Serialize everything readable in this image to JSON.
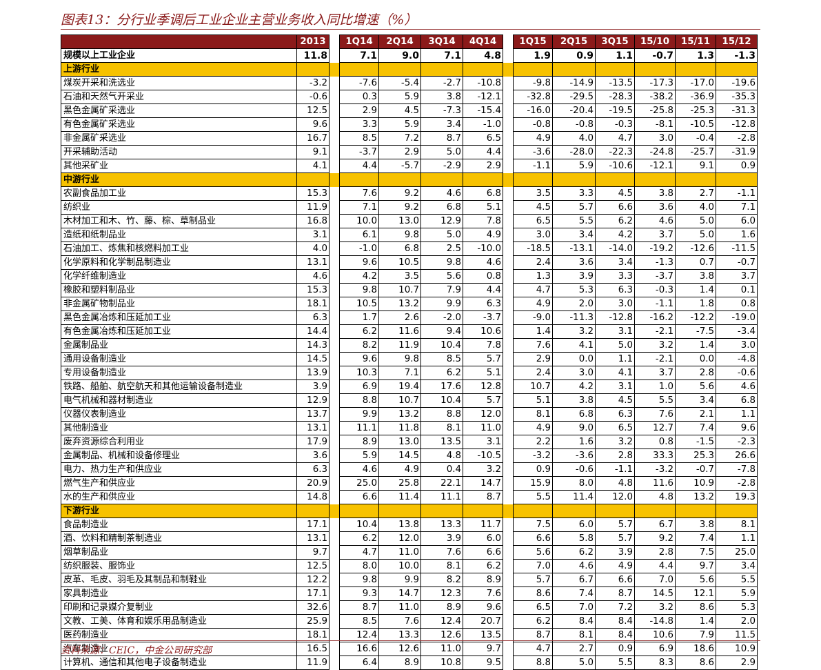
{
  "title": "图表13：分行业季调后工业企业主营业务收入同比增速（%）",
  "source": "资料来源：CEIC，中金公司研究部",
  "columns": [
    "2013",
    "1Q14",
    "2Q14",
    "3Q14",
    "4Q14",
    "1Q15",
    "2Q15",
    "3Q15",
    "15/10",
    "15/11",
    "15/12"
  ],
  "colors": {
    "header_bg": "#8b1a1a",
    "section_bg": "#f7c200",
    "title": "#8a1a1a"
  },
  "rows": [
    {
      "type": "total",
      "name": "规模以上工业企业",
      "v": [
        "11.8",
        "7.1",
        "9.0",
        "7.1",
        "4.8",
        "1.9",
        "0.9",
        "1.1",
        "-0.7",
        "1.3",
        "-1.3"
      ]
    },
    {
      "type": "section",
      "name": "上游行业"
    },
    {
      "type": "data",
      "name": "煤炭开采和洗选业",
      "v": [
        "-3.2",
        "-7.6",
        "-5.4",
        "-2.7",
        "-10.8",
        "-9.8",
        "-14.9",
        "-13.5",
        "-17.3",
        "-17.0",
        "-19.6"
      ]
    },
    {
      "type": "data",
      "name": "石油和天然气开采业",
      "v": [
        "-0.6",
        "0.3",
        "5.9",
        "3.8",
        "-12.1",
        "-32.8",
        "-29.5",
        "-28.3",
        "-38.2",
        "-36.9",
        "-35.3"
      ]
    },
    {
      "type": "data",
      "name": "黑色金属矿采选业",
      "v": [
        "12.5",
        "2.9",
        "4.5",
        "-7.3",
        "-15.4",
        "-16.0",
        "-20.4",
        "-19.5",
        "-25.8",
        "-25.3",
        "-31.3"
      ]
    },
    {
      "type": "data",
      "name": "有色金属矿采选业",
      "v": [
        "9.6",
        "3.3",
        "5.9",
        "3.4",
        "-1.0",
        "-0.8",
        "-0.8",
        "-0.3",
        "-8.1",
        "-10.5",
        "-12.8"
      ]
    },
    {
      "type": "data",
      "name": "非金属矿采选业",
      "v": [
        "16.7",
        "8.5",
        "7.2",
        "8.7",
        "6.5",
        "4.9",
        "4.0",
        "4.7",
        "3.0",
        "-0.4",
        "-2.8"
      ]
    },
    {
      "type": "data",
      "name": "开采辅助活动",
      "v": [
        "9.1",
        "-3.7",
        "2.9",
        "5.0",
        "4.4",
        "-3.6",
        "-28.0",
        "-22.3",
        "-24.8",
        "-25.7",
        "-31.9"
      ]
    },
    {
      "type": "data",
      "name": "其他采矿业",
      "v": [
        "4.1",
        "4.4",
        "-5.7",
        "-2.9",
        "2.9",
        "-1.1",
        "5.9",
        "-10.6",
        "-12.1",
        "9.1",
        "0.9"
      ]
    },
    {
      "type": "section",
      "name": "中游行业"
    },
    {
      "type": "data",
      "name": "农副食品加工业",
      "v": [
        "15.3",
        "7.6",
        "9.2",
        "4.6",
        "6.8",
        "3.5",
        "3.3",
        "4.5",
        "3.8",
        "2.7",
        "-1.1"
      ]
    },
    {
      "type": "data",
      "name": "纺织业",
      "v": [
        "11.9",
        "7.1",
        "9.2",
        "6.8",
        "5.1",
        "4.5",
        "5.7",
        "6.6",
        "3.6",
        "4.0",
        "7.1"
      ]
    },
    {
      "type": "data",
      "name": "木材加工和木、竹、藤、棕、草制品业",
      "v": [
        "16.8",
        "10.0",
        "13.0",
        "12.9",
        "7.8",
        "6.5",
        "5.5",
        "6.2",
        "4.6",
        "5.0",
        "6.0"
      ]
    },
    {
      "type": "data",
      "name": "造纸和纸制品业",
      "v": [
        "3.1",
        "6.1",
        "9.8",
        "5.0",
        "4.9",
        "3.0",
        "3.4",
        "4.2",
        "3.7",
        "5.0",
        "1.6"
      ]
    },
    {
      "type": "data",
      "name": "石油加工、炼焦和核燃料加工业",
      "v": [
        "4.0",
        "-1.0",
        "6.8",
        "2.5",
        "-10.0",
        "-18.5",
        "-13.1",
        "-14.0",
        "-19.2",
        "-12.6",
        "-11.5"
      ]
    },
    {
      "type": "data",
      "name": "化学原料和化学制品制造业",
      "v": [
        "13.1",
        "9.6",
        "10.5",
        "9.8",
        "4.6",
        "2.4",
        "3.6",
        "3.4",
        "-1.3",
        "0.7",
        "-0.7"
      ]
    },
    {
      "type": "data",
      "name": "化学纤维制造业",
      "v": [
        "4.6",
        "4.2",
        "3.5",
        "5.6",
        "0.8",
        "1.3",
        "3.9",
        "3.3",
        "-3.7",
        "3.8",
        "3.7"
      ]
    },
    {
      "type": "data",
      "name": "橡胶和塑料制品业",
      "v": [
        "15.3",
        "9.8",
        "10.7",
        "7.9",
        "4.4",
        "4.7",
        "5.3",
        "6.3",
        "-0.3",
        "1.4",
        "0.1"
      ]
    },
    {
      "type": "data",
      "name": "非金属矿物制品业",
      "v": [
        "18.1",
        "10.5",
        "13.2",
        "9.9",
        "6.3",
        "4.9",
        "2.0",
        "3.0",
        "-1.1",
        "1.8",
        "0.8"
      ]
    },
    {
      "type": "data",
      "name": "黑色金属冶炼和压延加工业",
      "v": [
        "6.3",
        "1.7",
        "2.6",
        "-2.0",
        "-3.7",
        "-9.0",
        "-11.3",
        "-12.8",
        "-16.2",
        "-12.2",
        "-19.0"
      ]
    },
    {
      "type": "data",
      "name": "有色金属冶炼和压延加工业",
      "v": [
        "14.4",
        "6.2",
        "11.6",
        "9.4",
        "10.6",
        "1.4",
        "3.2",
        "3.1",
        "-2.1",
        "-7.5",
        "-3.4"
      ]
    },
    {
      "type": "data",
      "name": "金属制品业",
      "v": [
        "14.3",
        "8.2",
        "11.9",
        "10.4",
        "7.8",
        "7.6",
        "4.1",
        "5.0",
        "3.2",
        "1.4",
        "3.0"
      ]
    },
    {
      "type": "data",
      "name": "通用设备制造业",
      "v": [
        "14.5",
        "9.6",
        "9.8",
        "8.5",
        "5.7",
        "2.9",
        "0.0",
        "1.1",
        "-2.1",
        "0.0",
        "-4.8"
      ]
    },
    {
      "type": "data",
      "name": "专用设备制造业",
      "v": [
        "13.9",
        "10.3",
        "7.1",
        "6.2",
        "5.1",
        "2.4",
        "3.0",
        "4.1",
        "3.7",
        "2.8",
        "-0.6"
      ]
    },
    {
      "type": "data",
      "name": "铁路、船舶、航空航天和其他运输设备制造业",
      "v": [
        "3.9",
        "6.9",
        "19.4",
        "17.6",
        "12.8",
        "10.7",
        "4.2",
        "3.1",
        "1.0",
        "5.6",
        "4.6"
      ]
    },
    {
      "type": "data",
      "name": "电气机械和器材制造业",
      "v": [
        "12.9",
        "8.8",
        "10.7",
        "10.4",
        "5.7",
        "5.1",
        "3.8",
        "4.5",
        "5.5",
        "3.4",
        "6.8"
      ]
    },
    {
      "type": "data",
      "name": "仪器仪表制造业",
      "v": [
        "13.7",
        "9.9",
        "13.2",
        "8.8",
        "12.0",
        "8.1",
        "6.8",
        "6.3",
        "7.6",
        "2.1",
        "1.1"
      ]
    },
    {
      "type": "data",
      "name": "其他制造业",
      "v": [
        "13.1",
        "11.1",
        "11.8",
        "8.1",
        "11.0",
        "4.9",
        "9.0",
        "6.5",
        "12.7",
        "7.4",
        "9.6"
      ]
    },
    {
      "type": "data",
      "name": "废弃资源综合利用业",
      "v": [
        "17.9",
        "8.9",
        "13.0",
        "13.5",
        "3.1",
        "2.2",
        "1.6",
        "3.2",
        "0.8",
        "-1.5",
        "-2.3"
      ]
    },
    {
      "type": "data",
      "name": "金属制品、机械和设备修理业",
      "v": [
        "3.6",
        "5.9",
        "14.5",
        "4.8",
        "-10.5",
        "-3.2",
        "-3.6",
        "2.8",
        "33.3",
        "25.3",
        "26.6"
      ]
    },
    {
      "type": "data",
      "name": "电力、热力生产和供应业",
      "v": [
        "6.3",
        "4.6",
        "4.9",
        "0.4",
        "3.2",
        "0.9",
        "-0.6",
        "-1.1",
        "-3.2",
        "-0.7",
        "-7.8"
      ]
    },
    {
      "type": "data",
      "name": "燃气生产和供应业",
      "v": [
        "20.9",
        "25.0",
        "25.8",
        "22.1",
        "14.7",
        "15.9",
        "8.0",
        "4.8",
        "11.6",
        "10.9",
        "-2.8"
      ]
    },
    {
      "type": "data",
      "name": "水的生产和供应业",
      "v": [
        "14.8",
        "6.6",
        "11.4",
        "11.1",
        "8.7",
        "5.5",
        "11.4",
        "12.0",
        "4.8",
        "13.2",
        "19.3"
      ]
    },
    {
      "type": "section",
      "name": "下游行业"
    },
    {
      "type": "data",
      "name": "食品制造业",
      "v": [
        "17.1",
        "10.4",
        "13.8",
        "13.3",
        "11.7",
        "7.5",
        "6.0",
        "5.7",
        "6.7",
        "3.8",
        "8.1"
      ]
    },
    {
      "type": "data",
      "name": "酒、饮料和精制茶制造业",
      "v": [
        "13.1",
        "6.2",
        "12.0",
        "3.9",
        "6.0",
        "6.6",
        "5.8",
        "5.7",
        "9.2",
        "7.4",
        "1.1"
      ]
    },
    {
      "type": "data",
      "name": "烟草制品业",
      "v": [
        "9.7",
        "4.7",
        "11.0",
        "7.6",
        "6.6",
        "5.6",
        "6.2",
        "3.9",
        "2.8",
        "7.5",
        "25.0"
      ]
    },
    {
      "type": "data",
      "name": "纺织服装、服饰业",
      "v": [
        "12.5",
        "8.0",
        "10.0",
        "8.1",
        "6.2",
        "7.0",
        "4.6",
        "4.9",
        "4.4",
        "9.7",
        "3.4"
      ]
    },
    {
      "type": "data",
      "name": "皮革、毛皮、羽毛及其制品和制鞋业",
      "v": [
        "12.2",
        "9.8",
        "9.9",
        "8.2",
        "8.9",
        "5.7",
        "6.7",
        "6.6",
        "7.0",
        "5.6",
        "5.5"
      ]
    },
    {
      "type": "data",
      "name": "家具制造业",
      "v": [
        "17.1",
        "9.3",
        "14.7",
        "12.3",
        "7.6",
        "8.6",
        "7.4",
        "8.7",
        "14.5",
        "12.1",
        "5.9"
      ]
    },
    {
      "type": "data",
      "name": "印刷和记录媒介复制业",
      "v": [
        "32.6",
        "8.7",
        "11.0",
        "8.9",
        "9.6",
        "6.5",
        "7.0",
        "7.2",
        "3.2",
        "8.6",
        "5.3"
      ]
    },
    {
      "type": "data",
      "name": "文教、工美、体育和娱乐用品制造业",
      "v": [
        "25.9",
        "8.5",
        "7.6",
        "12.4",
        "20.7",
        "6.2",
        "8.4",
        "8.4",
        "-14.8",
        "1.4",
        "2.0"
      ]
    },
    {
      "type": "data",
      "name": "医药制造业",
      "v": [
        "18.1",
        "12.4",
        "13.3",
        "12.6",
        "13.5",
        "8.7",
        "8.1",
        "8.4",
        "10.6",
        "7.9",
        "11.5"
      ]
    },
    {
      "type": "data",
      "name": "汽车制造业",
      "v": [
        "16.5",
        "16.6",
        "12.6",
        "11.0",
        "9.7",
        "4.7",
        "2.7",
        "0.9",
        "6.9",
        "18.6",
        "10.9"
      ]
    },
    {
      "type": "data",
      "name": "计算机、通信和其他电子设备制造业",
      "v": [
        "11.9",
        "6.4",
        "8.9",
        "10.8",
        "9.5",
        "8.8",
        "5.0",
        "5.5",
        "8.3",
        "8.6",
        "2.9"
      ]
    }
  ]
}
